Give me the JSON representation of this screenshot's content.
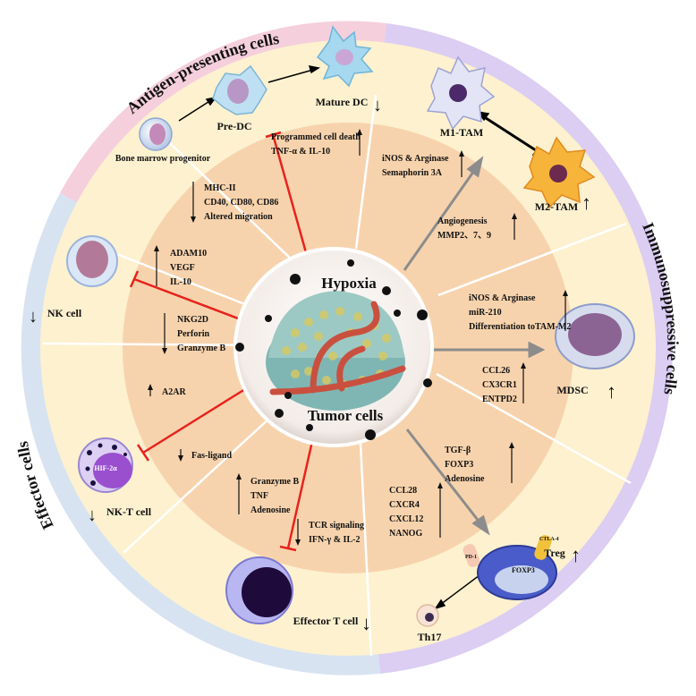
{
  "center": {
    "top_label": "Hypoxia",
    "bottom_label": "Tumor cells"
  },
  "sectors": {
    "apc": "Antigen-presenting cells",
    "effector": "Effector cells",
    "immunosuppressive": "Immunosuppressive cells"
  },
  "cells": {
    "bone_marrow": "Bone marrow progenitor",
    "pre_dc": "Pre-DC",
    "mature_dc": "Mature DC",
    "m1_tam": "M1-TAM",
    "m2_tam": "M2-TAM",
    "mdsc": "MDSC",
    "treg": "Treg",
    "th17": "Th17",
    "effector_t": "Effector T cell",
    "nkt": "NK-T cell",
    "nk": "NK cell",
    "hif_label": "HIF-2α",
    "pd1": "PD-1",
    "ctla4": "CTLA-4",
    "foxp3": "FOXP3"
  },
  "factors": {
    "dc_up": [
      "Programmed cell death",
      "TNF-α & IL-10"
    ],
    "dc_down": [
      "MHC-II",
      "CD40, CD80,  CD86",
      "Altered migration"
    ],
    "tam_up": [
      "iNOS & Arginase",
      "Semaphorin 3A"
    ],
    "angio_up": [
      "Angiogenesis",
      "MMP2、7、9"
    ],
    "mdsc_up": [
      "iNOS  & Arginase",
      "miR-210",
      "Differentiation toTAM-M2"
    ],
    "mdsc_up2": [
      "CCL26",
      "CX3CR1",
      "ENTPD2"
    ],
    "treg_up": [
      "TGF-β",
      "FOXP3",
      "Adenosine"
    ],
    "treg_up2": [
      "CCL28",
      "CXCR4",
      "CXCL12",
      "NANOG"
    ],
    "tcell_up": [
      "Granzyme B",
      "TNF",
      "Adenosine"
    ],
    "tcell_down": [
      "TCR signaling",
      "IFN-γ & IL-2"
    ],
    "nk_up": [
      "ADAM10",
      "VEGF",
      "IL-10"
    ],
    "nk_down": [
      "NKG2D",
      "Perforin",
      "Granzyme B"
    ],
    "nkt_up": [
      "A2AR"
    ],
    "nkt_down": [
      "Fas-ligand"
    ]
  },
  "colors": {
    "apc_band": "#f5cfdc",
    "effector_band": "#d7e3f1",
    "immuno_band": "#dccdf3",
    "outer_ring": "#fdf1cf",
    "inner_ring": "#f7d3ad",
    "inhibit": "#e8221c",
    "promote": "#8c8c8c"
  }
}
